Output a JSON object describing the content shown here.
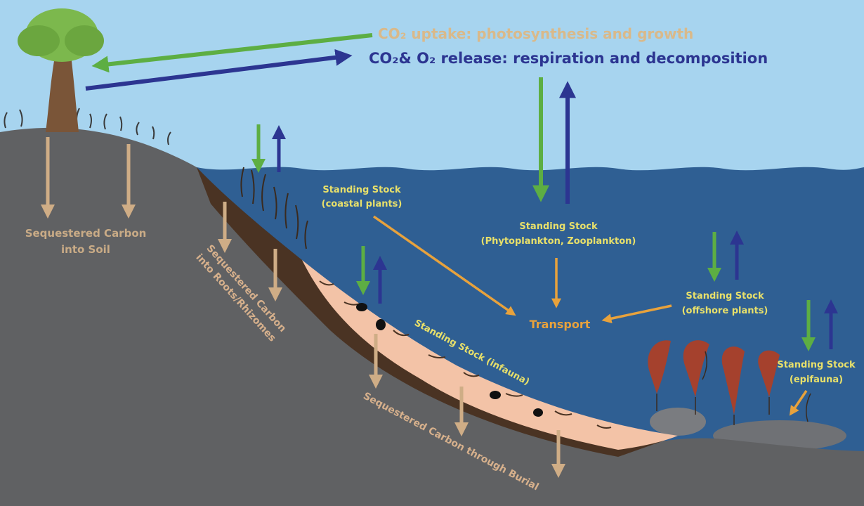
{
  "flux": {
    "uptake": "CO₂ uptake: photosynthesis and growth",
    "release": "CO₂& O₂ release: respiration and decomposition"
  },
  "land": {
    "soil_line1": "Sequestered Carbon",
    "soil_line2": "into Soil",
    "roots_line1": "Sequestered Carbon",
    "roots_line2": "into Roots/Rhizomes"
  },
  "sea": {
    "coastal_line1": "Standing Stock",
    "coastal_line2": "(coastal plants)",
    "plankton_line1": "Standing Stock",
    "plankton_line2": "(Phytoplankton, Zooplankton)",
    "offshore_line1": "Standing Stock",
    "offshore_line2": "(offshore plants)",
    "epifauna_line1": "Standing Stock",
    "epifauna_line2": "(epifauna)",
    "infauna": "Standing Stock (infauna)",
    "transport": "Transport",
    "burial": "Sequestered Carbon through Burial"
  },
  "colors": {
    "sky": "#a7d4ef",
    "water": "#2f5f93",
    "ground": "#606163",
    "sediment": "#4a3323",
    "infauna_layer": "#f3c3a7",
    "uptake_arrow": "#5dae43",
    "release_arrow": "#2c3591",
    "sequestration_arrow": "#cfad86",
    "transport_arrow": "#e8a23c",
    "seaweed": "#a5412d"
  }
}
